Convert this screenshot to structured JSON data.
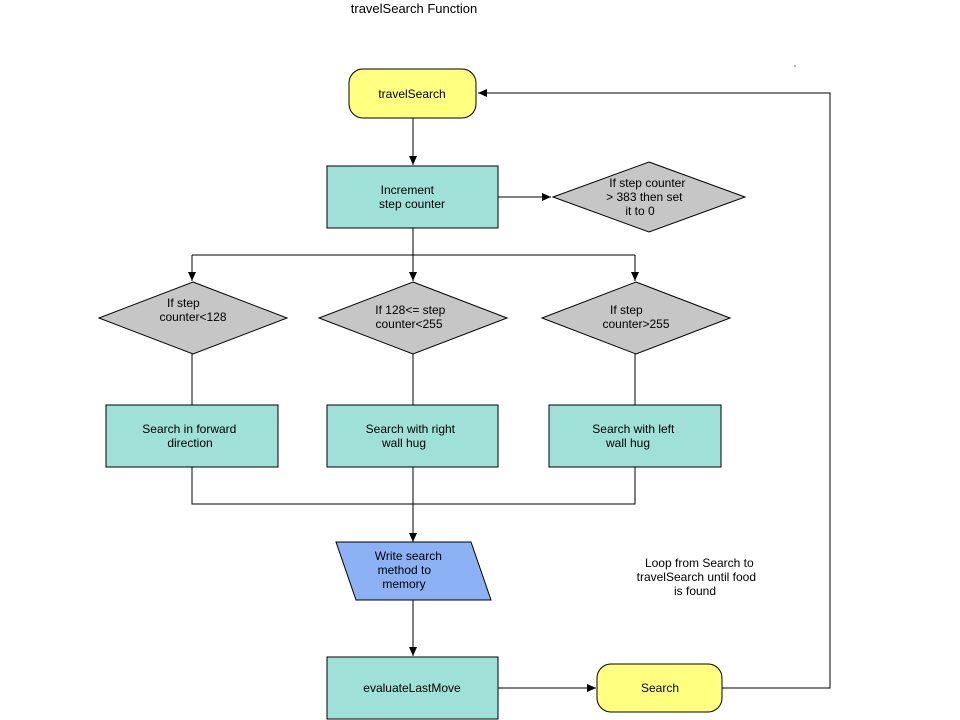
{
  "title": "travelSearch Function",
  "colors": {
    "terminal": "#ffff80",
    "process": "#9fe1d8",
    "decision": "#c6c6c6",
    "io": "#8cb1f5"
  },
  "nodes": {
    "start": {
      "lines": [
        "travelSearch"
      ]
    },
    "increment": {
      "lines": [
        "Increment",
        "step counter"
      ]
    },
    "reset_check": {
      "lines": [
        "If step counter",
        "> 383 then set",
        "it to 0"
      ]
    },
    "check_lt128": {
      "lines": [
        "If step",
        "counter<128"
      ]
    },
    "check_mid": {
      "lines": [
        "If 128<= step",
        "counter<255"
      ]
    },
    "check_gt255": {
      "lines": [
        "If step",
        "counter>255"
      ]
    },
    "search_forward": {
      "lines": [
        "Search in forward",
        "direction"
      ]
    },
    "search_right": {
      "lines": [
        "Search with right",
        "wall hug"
      ]
    },
    "search_left": {
      "lines": [
        "Search with left",
        "wall hug"
      ]
    },
    "write_memory": {
      "lines": [
        "Write search",
        "method to",
        "memory"
      ]
    },
    "evaluate": {
      "lines": [
        "evaluateLastMove"
      ]
    },
    "search_end": {
      "lines": [
        "Search"
      ]
    }
  },
  "note": {
    "lines": [
      "Loop from Search to",
      "travelSearch until food",
      "is found"
    ]
  }
}
